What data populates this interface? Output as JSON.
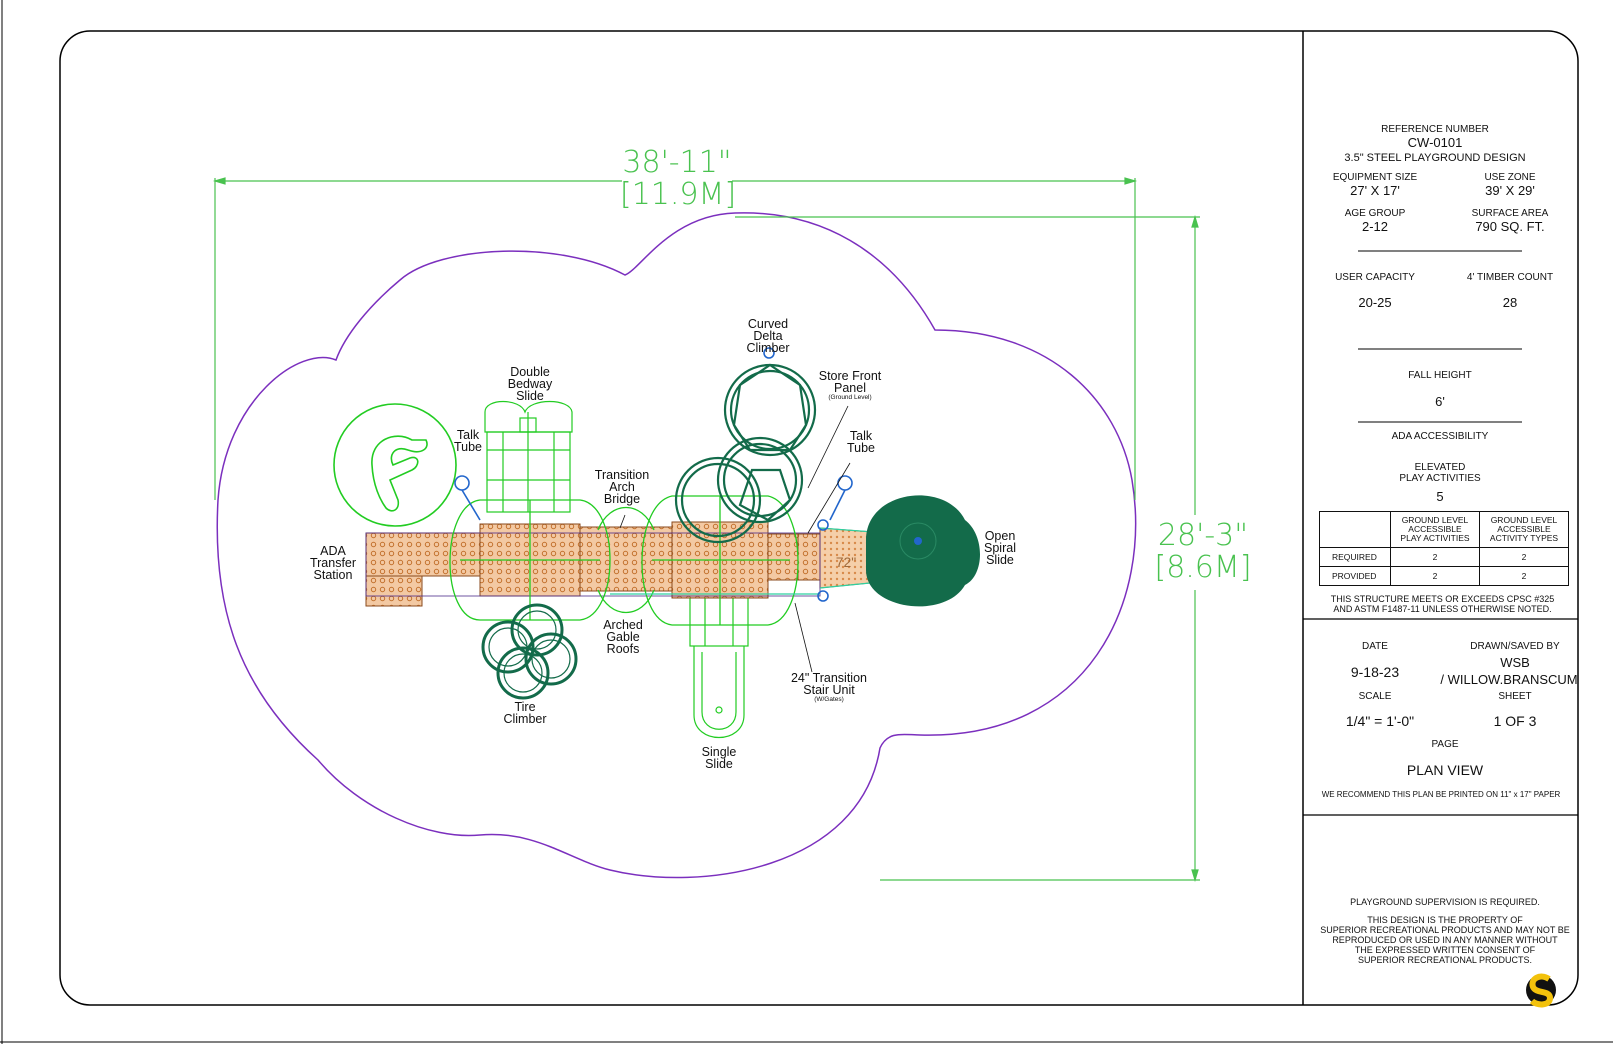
{
  "dimensions": {
    "width_ft": "38'-11\"",
    "width_m": "[11.9M]",
    "depth_ft": "28'-3\"",
    "depth_m": "[8.6M]"
  },
  "labels": {
    "double_bedway_slide": [
      "Double",
      "Bedway",
      "Slide"
    ],
    "talk_tube_left": [
      "Talk",
      "Tube"
    ],
    "transition_arch_bridge": [
      "Transition",
      "Arch",
      "Bridge"
    ],
    "curved_delta_climber": [
      "Curved",
      "Delta",
      "Climber"
    ],
    "store_front_panel": [
      "Store Front",
      "Panel"
    ],
    "store_front_note": "(Ground Level)",
    "talk_tube_right": [
      "Talk",
      "Tube"
    ],
    "open_spiral_slide": [
      "Open",
      "Spiral",
      "Slide"
    ],
    "ada_transfer_station": [
      "ADA",
      "Transfer",
      "Station"
    ],
    "arched_gable_roofs": [
      "Arched",
      "Gable",
      "Roofs"
    ],
    "tire_climber": [
      "Tire",
      "Climber"
    ],
    "single_slide": [
      "Single",
      "Slide"
    ],
    "transition_stair_unit": [
      "24\" Transition",
      "Stair Unit"
    ],
    "stair_note": "(W/Gates)",
    "deck_72": "72\""
  },
  "title_block": {
    "reference_number_label": "REFERENCE NUMBER",
    "reference_number": "CW-0101",
    "design_name": "3.5\" STEEL PLAYGROUND DESIGN",
    "equipment_size_label": "EQUIPMENT SIZE",
    "equipment_size": "27' X 17'",
    "use_zone_label": "USE ZONE",
    "use_zone": "39' X 29'",
    "age_group_label": "AGE GROUP",
    "age_group": "2-12",
    "surface_area_label": "SURFACE AREA",
    "surface_area": "790 SQ. FT.",
    "user_capacity_label": "USER CAPACITY",
    "user_capacity": "20-25",
    "timber_count_label": "4' TIMBER COUNT",
    "timber_count": "28",
    "fall_height_label": "FALL HEIGHT",
    "fall_height": "6'",
    "ada_label": "ADA ACCESSIBILITY",
    "elevated_label_1": "ELEVATED",
    "elevated_label_2": "PLAY ACTIVITIES",
    "elevated_value": "5",
    "ada_table": {
      "col1": [
        "GROUND LEVEL",
        "ACCESSIBLE",
        "PLAY ACTIVITIES"
      ],
      "col2": [
        "GROUND LEVEL",
        "ACCESSIBLE",
        "ACTIVITY TYPES"
      ],
      "rows": [
        {
          "label": "REQUIRED",
          "a": "2",
          "b": "2"
        },
        {
          "label": "PROVIDED",
          "a": "2",
          "b": "2"
        }
      ]
    },
    "compliance_1": "THIS STRUCTURE MEETS OR EXCEEDS CPSC #325",
    "compliance_2": "AND ASTM F1487-11 UNLESS OTHERWISE NOTED.",
    "date_label": "DATE",
    "date": "9-18-23",
    "drawn_label": "DRAWN/SAVED BY",
    "drawn_1": "WSB",
    "drawn_2": "/ WILLOW.BRANSCUM",
    "scale_label": "SCALE",
    "scale": "1/4\" = 1'-0\"",
    "sheet_label": "SHEET",
    "sheet": "1 OF 3",
    "page_label": "PAGE",
    "page": "PLAN VIEW",
    "print_note": "WE RECOMMEND THIS PLAN BE PRINTED ON 11\" x 17\" PAPER",
    "supervision": "PLAYGROUND SUPERVISION IS REQUIRED.",
    "property_1": "THIS DESIGN IS THE PROPERTY OF",
    "property_2": "SUPERIOR RECREATIONAL PRODUCTS AND MAY NOT BE",
    "property_3": "REPRODUCED OR USED IN ANY MANNER WITHOUT",
    "property_4": "THE EXPRESSED WRITTEN CONSENT OF",
    "property_5": "SUPERIOR RECREATIONAL PRODUCTS."
  },
  "colors": {
    "boundary": "#7b2fbe",
    "dimension": "#49c24f",
    "equipment": "#22cc22",
    "dark_green": "#136b4a",
    "deck": "#e0a56e",
    "blue": "#2266cc"
  },
  "icons": {
    "logo": "superior-s-logo-icon",
    "watermark": "cf-watermark-icon"
  }
}
